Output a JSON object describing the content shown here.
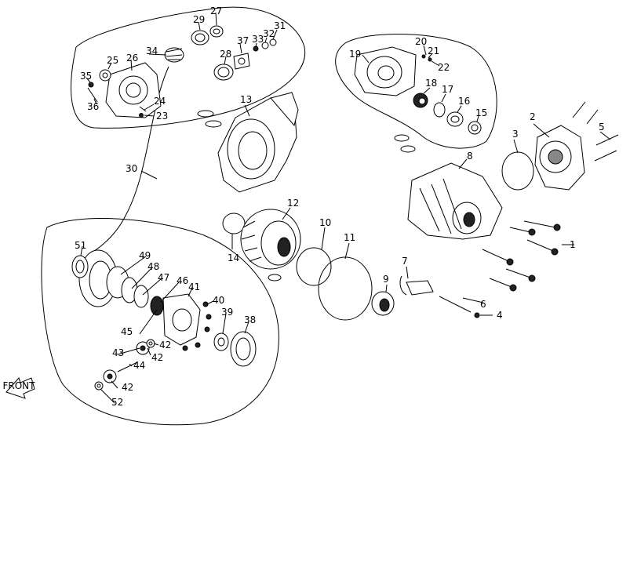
{
  "diagram": {
    "callouts": [
      "1",
      "2",
      "3",
      "4",
      "5",
      "6",
      "7",
      "8",
      "9",
      "10",
      "11",
      "12",
      "13",
      "14",
      "15",
      "16",
      "17",
      "18",
      "19",
      "20",
      "21",
      "22",
      "23",
      "24",
      "25",
      "26",
      "27",
      "28",
      "29",
      "30",
      "31",
      "32",
      "33",
      "34",
      "35",
      "36",
      "37",
      "38",
      "39",
      "40",
      "41",
      "42",
      "43",
      "44",
      "45",
      "46",
      "47",
      "48",
      "49",
      "51",
      "52"
    ],
    "extra_callouts": [
      "42",
      "42",
      "12",
      "52"
    ],
    "front_indicator": "FRONT"
  },
  "colors": {
    "ink": "#000000",
    "paper": "#ffffff",
    "shade": "#222222"
  }
}
